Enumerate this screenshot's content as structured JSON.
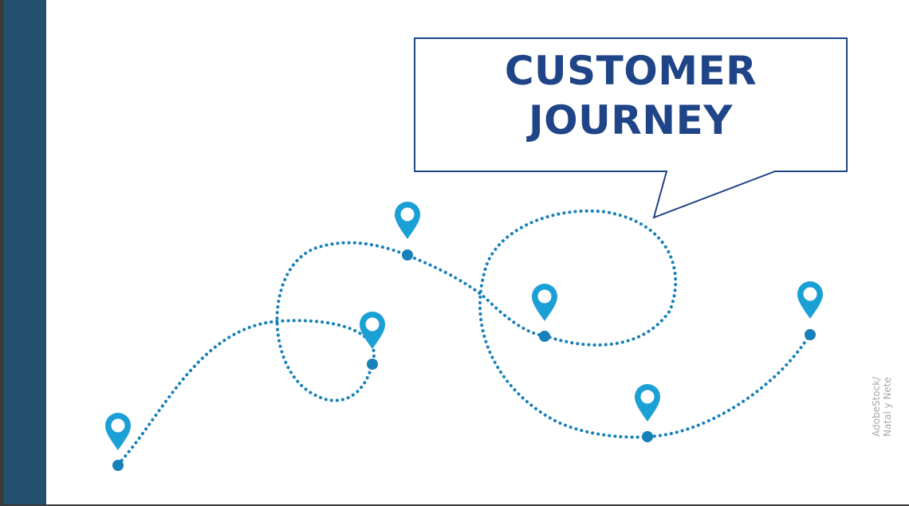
{
  "slide": {
    "title_line_1": "CUSTOMER",
    "title_line_2": "JOURNEY",
    "credit_line_1": "AdobeStock/",
    "credit_line_2": "Natal y Nete"
  },
  "colors": {
    "sidebar": "#22506e",
    "title": "#1f4487",
    "path": "#1680b9",
    "pin": "#1ba0d6",
    "callout_border": "#1f4487"
  },
  "icons": {
    "pin": "map-pin-icon",
    "waypoint": "path-dot-icon"
  }
}
